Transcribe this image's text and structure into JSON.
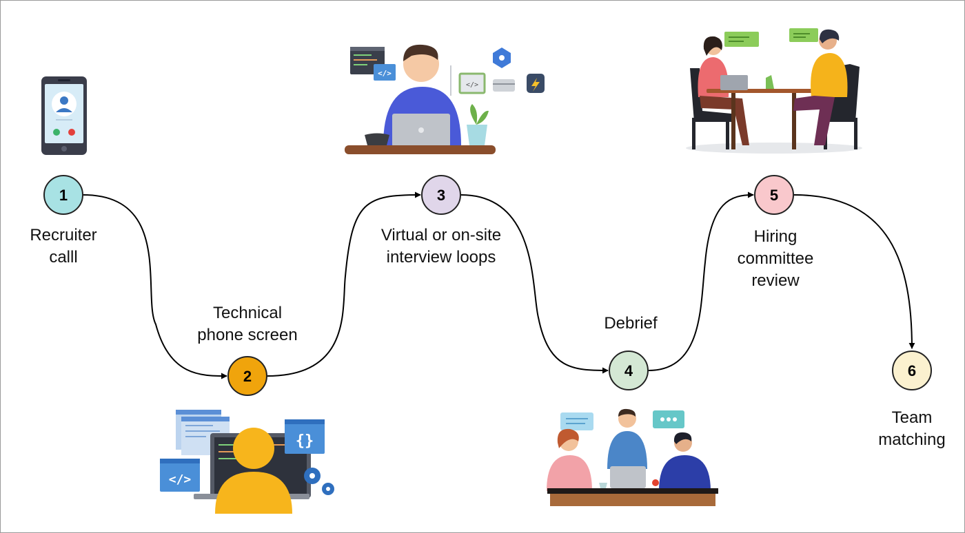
{
  "steps": [
    {
      "number": "1",
      "lines": [
        "Recruiter",
        "calll"
      ],
      "color": "#a8e2e4",
      "illustration": "phone-call-illustration"
    },
    {
      "number": "2",
      "lines": [
        "Technical",
        "phone screen"
      ],
      "color": "#f0a40c",
      "illustration": "coding-person-illustration"
    },
    {
      "number": "3",
      "lines": [
        "Virtual or on-site",
        "interview loops"
      ],
      "color": "#e0d6ea",
      "illustration": "laptop-interview-illustration"
    },
    {
      "number": "4",
      "lines": [
        "Debrief"
      ],
      "color": "#d4e8d4",
      "illustration": "team-discussion-illustration"
    },
    {
      "number": "5",
      "lines": [
        "Hiring",
        "committee",
        "review"
      ],
      "color": "#f9c8cc",
      "illustration": "two-people-meeting-illustration"
    },
    {
      "number": "6",
      "lines": [
        "Team",
        "matching"
      ],
      "color": "#fbf1cf",
      "illustration": ""
    }
  ]
}
